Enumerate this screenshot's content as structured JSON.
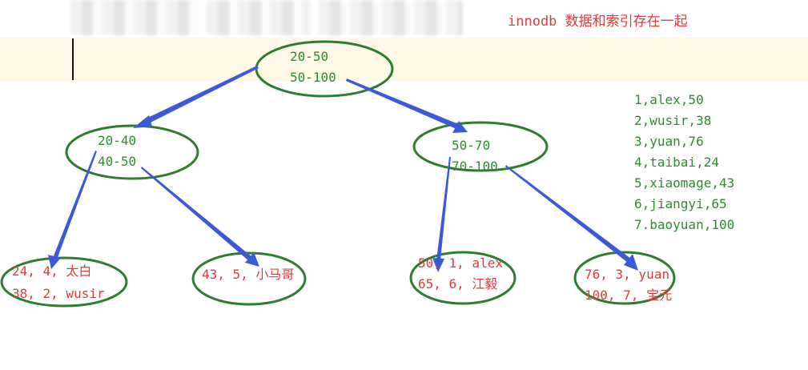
{
  "title": "innodb 数据和索引存在一起",
  "root": {
    "lines": [
      "20-50",
      "50-100"
    ]
  },
  "left_inner": {
    "lines": [
      "20-40",
      "40-50"
    ]
  },
  "right_inner": {
    "lines": [
      "50-70",
      "70-100"
    ]
  },
  "leaves": [
    {
      "lines": [
        "24, 4, 太白",
        "38, 2, wusir"
      ]
    },
    {
      "lines": [
        "43, 5, 小马哥"
      ]
    },
    {
      "lines": [
        "50, 1, alex",
        "65, 6, 江毅"
      ]
    },
    {
      "lines": [
        "76, 3, yuan",
        "100, 7, 宝元"
      ]
    }
  ],
  "records": [
    "1,alex,50",
    "2,wusir,38",
    "3,yuan,76",
    "4,taibai,24",
    "5,xiaomage,43",
    "6,jiangyi,65",
    "7.baoyuan,100"
  ],
  "colors": {
    "node_outline": "#2e7d2e",
    "arrow": "#3b5bd6",
    "key_text": "#2e8b2e",
    "leaf_text": "#e03a3a"
  }
}
